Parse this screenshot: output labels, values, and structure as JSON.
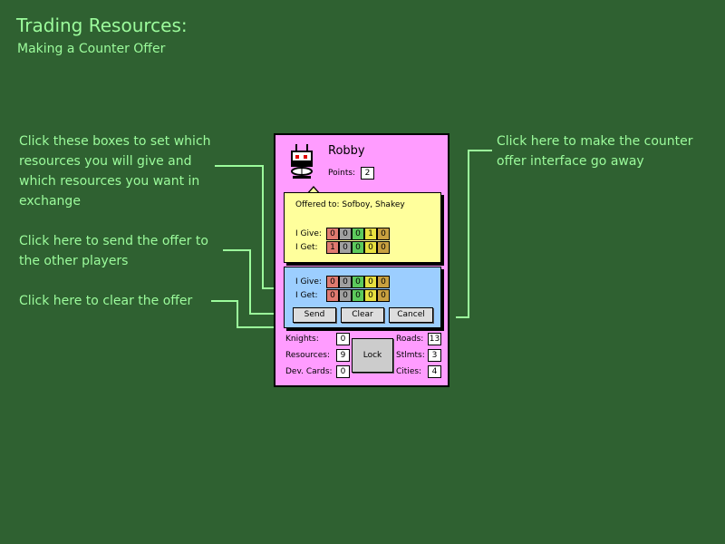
{
  "header": {
    "title": "Trading Resources:",
    "subtitle": "Making a Counter Offer"
  },
  "notes": {
    "boxes": [
      "Click these boxes to set which",
      "resources you will give and",
      "which resources you want in",
      "exchange"
    ],
    "send": [
      "Click here to send the offer to",
      "the other players"
    ],
    "clear": [
      "Click here to clear the offer"
    ],
    "cancel": [
      "Click here to make the counter",
      "offer interface go away"
    ]
  },
  "player": {
    "name": "Robby",
    "points_label": "Points:",
    "points": "2"
  },
  "offer": {
    "offered_to": "Offered to: Sofboy, Shakey",
    "give_label": "I Give:",
    "get_label": "I Get:",
    "give": [
      "0",
      "0",
      "0",
      "1",
      "0"
    ],
    "get": [
      "1",
      "0",
      "0",
      "0",
      "0"
    ]
  },
  "counter_offer": {
    "give_label": "I Give:",
    "get_label": "I Get:",
    "give": [
      "0",
      "0",
      "0",
      "0",
      "0"
    ],
    "get": [
      "0",
      "0",
      "0",
      "0",
      "0"
    ],
    "send_label": "Send",
    "clear_label": "Clear",
    "cancel_label": "Cancel"
  },
  "stats": {
    "knights_label": "Knights:",
    "knights": "0",
    "resources_label": "Resources:",
    "resources": "9",
    "dev_cards_label": "Dev. Cards:",
    "dev_cards": "0",
    "lock_label": "Lock",
    "roads_label": "Roads:",
    "roads": "13",
    "stlmts_label": "Stlmts:",
    "stlmts": "3",
    "cities_label": "Cities:",
    "cities": "4"
  },
  "colors": {
    "background": "#2f6131",
    "text": "#9cfc9c",
    "panel": "#ff9cff",
    "offer": "#ffff9c",
    "counter": "#9cceff",
    "resource_colors": [
      "#e07a70",
      "#a0a0a0",
      "#5cc95c",
      "#e8e040",
      "#c8a040"
    ]
  },
  "icons": {
    "player_avatar": "robot-icon"
  }
}
